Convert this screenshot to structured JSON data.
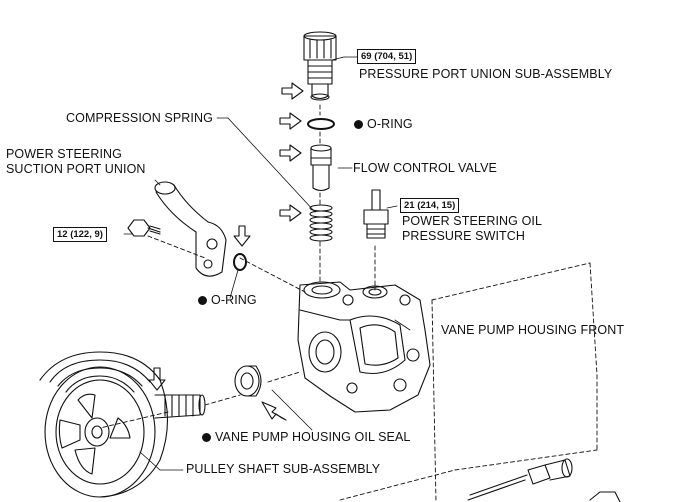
{
  "labels": {
    "pressure_port_union": "PRESSURE PORT UNION SUB-ASSEMBLY",
    "compression_spring": "COMPRESSION SPRING",
    "o_ring_top": "O-RING",
    "flow_control_valve": "FLOW CONTROL VALVE",
    "suction_port_union_line1": "POWER STEERING",
    "suction_port_union_line2": "SUCTION PORT UNION",
    "oil_pressure_switch_line1": "POWER STEERING OIL",
    "oil_pressure_switch_line2": "PRESSURE SWITCH",
    "o_ring_left": "O-RING",
    "vane_pump_housing_front": "VANE PUMP HOUSING FRONT",
    "vane_pump_housing_oil_seal": "VANE PUMP HOUSING OIL SEAL",
    "pulley_shaft": "PULLEY SHAFT SUB-ASSEMBLY"
  },
  "torque_specs": {
    "pressure_port_union": "69 (704, 51)",
    "oil_pressure_switch": "21 (214, 15)",
    "suction_union_bolt": "12 (122, 9)"
  },
  "colors": {
    "line": "#111111",
    "background": "#ffffff"
  }
}
